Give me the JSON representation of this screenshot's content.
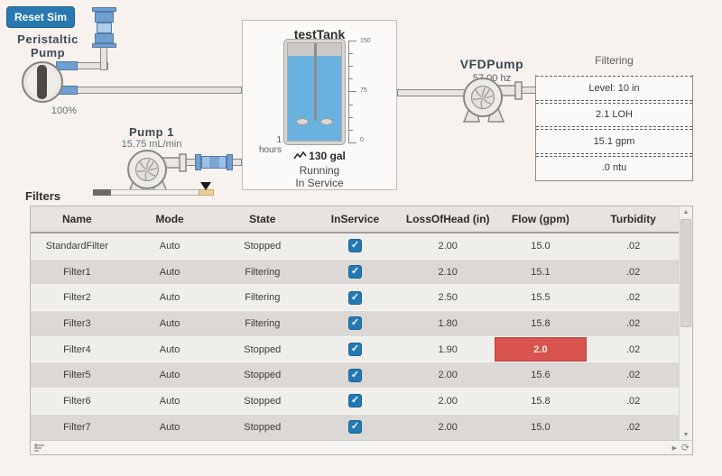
{
  "header": {
    "reset_button": "Reset Sim"
  },
  "diagram": {
    "peristaltic_pump": {
      "label": "Peristaltic Pump",
      "speed": "100%"
    },
    "pump1": {
      "label": "Pump 1",
      "rate": "15.75 mL/min"
    },
    "vfd_pump": {
      "label": "VFDPump",
      "frequency": "57.00 hz"
    },
    "tank": {
      "title": "testTank",
      "ticks": [
        "150",
        "75",
        "0"
      ],
      "sim_time": "1 hours",
      "volume": "130 gal",
      "agitator_status": "Running",
      "service_status": "In Service"
    },
    "filtering_panel": {
      "title": "Filtering",
      "rows": [
        "Level: 10 in",
        "2.1 LOH",
        "15.1 gpm",
        ".0 ntu"
      ]
    }
  },
  "filters": {
    "section_title": "Filters",
    "columns": [
      "Name",
      "Mode",
      "State",
      "InService",
      "LossOfHead (in)",
      "Flow (gpm)",
      "Turbidity"
    ],
    "rows": [
      {
        "name": "StandardFilter",
        "mode": "Auto",
        "state": "Stopped",
        "in_service": true,
        "loss_of_head": "2.00",
        "flow": "15.0",
        "turbidity": ".02",
        "flow_alarm": false
      },
      {
        "name": "Filter1",
        "mode": "Auto",
        "state": "Filtering",
        "in_service": true,
        "loss_of_head": "2.10",
        "flow": "15.1",
        "turbidity": ".02",
        "flow_alarm": false
      },
      {
        "name": "Filter2",
        "mode": "Auto",
        "state": "Filtering",
        "in_service": true,
        "loss_of_head": "2.50",
        "flow": "15.5",
        "turbidity": ".02",
        "flow_alarm": false
      },
      {
        "name": "Filter3",
        "mode": "Auto",
        "state": "Filtering",
        "in_service": true,
        "loss_of_head": "1.80",
        "flow": "15.8",
        "turbidity": ".02",
        "flow_alarm": false
      },
      {
        "name": "Filter4",
        "mode": "Auto",
        "state": "Stopped",
        "in_service": true,
        "loss_of_head": "1.90",
        "flow": "2.0",
        "turbidity": ".02",
        "flow_alarm": true
      },
      {
        "name": "Filter5",
        "mode": "Auto",
        "state": "Stopped",
        "in_service": true,
        "loss_of_head": "2.00",
        "flow": "15.6",
        "turbidity": ".02",
        "flow_alarm": false
      },
      {
        "name": "Filter6",
        "mode": "Auto",
        "state": "Stopped",
        "in_service": true,
        "loss_of_head": "2.00",
        "flow": "15.8",
        "turbidity": ".02",
        "flow_alarm": false
      },
      {
        "name": "Filter7",
        "mode": "Auto",
        "state": "Stopped",
        "in_service": true,
        "loss_of_head": "2.00",
        "flow": "15.0",
        "turbidity": ".02",
        "flow_alarm": false
      }
    ]
  },
  "colors": {
    "accent_blue": "#2879b0",
    "checkbox_blue": "#2379b3",
    "alarm_red": "#d9534f",
    "tank_liquid": "#69b2df"
  }
}
